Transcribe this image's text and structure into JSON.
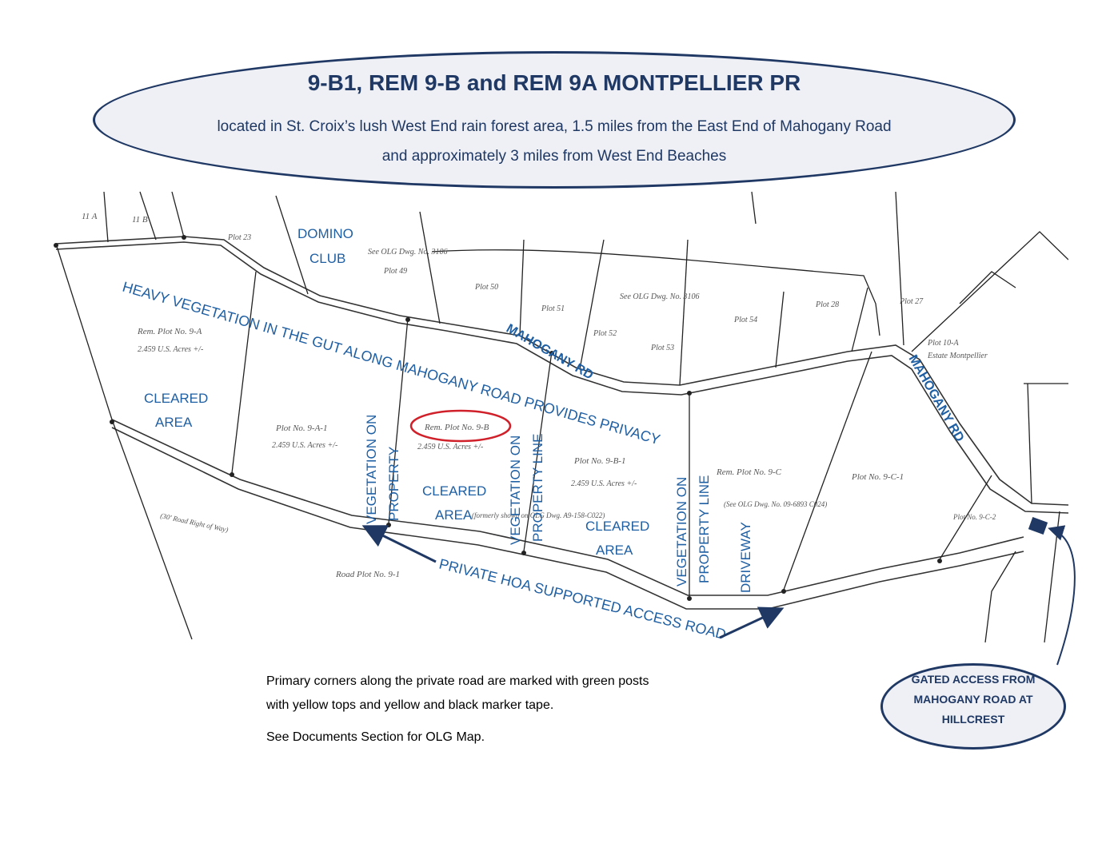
{
  "header": {
    "title": "9-B1, REM 9-B and REM 9A MONTPELLIER PR",
    "subtitle_line1": "located in St. Croix’s lush West End rain forest area, 1.5 miles from the East End of Mahogany Road",
    "subtitle_line2": "and approximately 3 miles from West End Beaches"
  },
  "map": {
    "roads": {
      "mahogany_rd_1": "MAHOGANY RD",
      "mahogany_rd_2": "MAHOGANY RD",
      "access_road": "PRIVATE HOA SUPPORTED ACCESS ROAD"
    },
    "annotations": {
      "heavy_vegetation": "HEAVY VEGETATION IN THE GUT ALONG MAHOGANY ROAD PROVIDES PRIVACY",
      "domino_club_1": "DOMINO",
      "domino_club_2": "CLUB",
      "cleared_area_1a": "CLEARED",
      "cleared_area_1b": "AREA",
      "cleared_area_2a": "CLEARED",
      "cleared_area_2b": "AREA",
      "cleared_area_3a": "CLEARED",
      "cleared_area_3b": "AREA",
      "veg_on_property_1a": "VEGETATION  ON",
      "veg_on_property_1b": "PROPERTY",
      "veg_on_property_2a": "VEGETATION  ON",
      "veg_on_property_2b": "PROPERTY LINE",
      "veg_on_property_3a": "VEGETATION  ON",
      "veg_on_property_3b": "PROPERTY LINE",
      "driveway": "DRIVEWAY"
    },
    "plots": {
      "rem_9a": "Rem. Plot No. 9-A",
      "rem_9a_acres": "2.459 U.S. Acres +/-",
      "plot_9a1": "Plot No. 9-A-1",
      "plot_9a1_acres": "2.459 U.S. Acres +/-",
      "rem_9b": "Rem. Plot No. 9-B",
      "rem_9b_acres": "2.459 U.S. Acres +/-",
      "plot_9b1": "Plot No. 9-B-1",
      "plot_9b1_acres": "2.459 U.S. Acres +/-",
      "rem_9c": "Rem. Plot No. 9-C",
      "rem_9c_ref": "(See OLG Dwg. No. 09-6893 C024)",
      "plot_9c1": "Plot No. 9-C-1",
      "plot_9c2": "Plot No. 9-C-2",
      "plot_10a": "Plot 10-A",
      "plot_10a_name": "Estate Montpellier",
      "road_plot": "Road Plot No. 9-1",
      "plot_49": "Plot 49",
      "plot_50": "Plot 50",
      "plot_51": "Plot 51",
      "plot_52": "Plot 52",
      "plot_53": "Plot 53",
      "plot_54": "Plot 54",
      "plot_28": "Plot 28",
      "plot_27": "Plot 27",
      "plot_23": "Plot 23",
      "plot_11a": "11 A",
      "plot_11b": "11 B",
      "see_olg_1": "See  OLG  Dwg.  No.  3106",
      "see_olg_2": "See  OLG  Dwg.  No.  3106",
      "road_row": "(30' Road Right of Way)",
      "formerly": "(formerly shown on OLG Dwg. A9-158-C022)"
    }
  },
  "notes": {
    "line1": "Primary corners along the private road are marked with green posts",
    "line2": "with yellow tops and yellow and black marker tape.",
    "line3": "See Documents Section for OLG Map."
  },
  "callout": {
    "line1": "GATED ACCESS FROM",
    "line2": "MAHOGANY ROAD AT",
    "line3": "HILLCREST"
  },
  "colors": {
    "navy": "#1f3864",
    "label_blue": "#1f5fa3",
    "highlight_red": "#d0202a"
  }
}
